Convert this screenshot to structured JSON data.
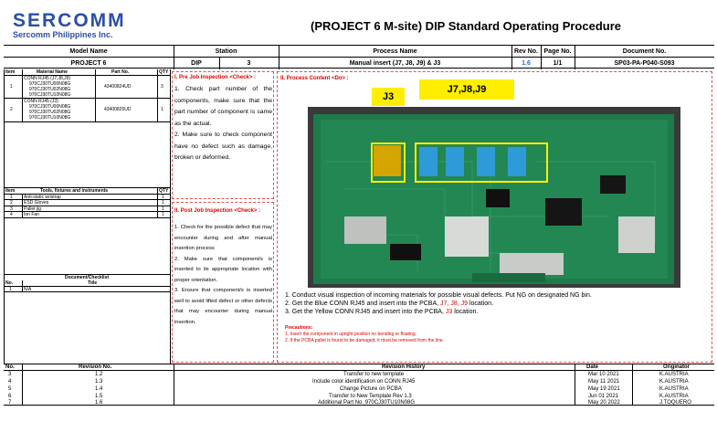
{
  "company": {
    "logo": "SERCOMM",
    "name": "Sercomm Philippines Inc."
  },
  "title": "(PROJECT 6 M-site) DIP Standard Operating Procedure",
  "header": {
    "model_label": "Model Name",
    "model_value": "PROJECT 6",
    "station_label": "Station",
    "station_value_1": "DIP",
    "station_value_2": "3",
    "process_label": "Process Name",
    "process_value": "Manual insert (J7, J8, J9) & J3",
    "rev_label": "Rev No.",
    "rev_value": "1.6",
    "page_label": "Page No.",
    "page_value": "1/1",
    "doc_label": "Document No.",
    "doc_value": "SP03-PA-P040-S093"
  },
  "materials": {
    "headers": [
      "Item",
      "Material Name",
      "Part No.",
      "QTY"
    ],
    "groups": [
      {
        "item": "1",
        "names": [
          "CONN RJ45 (J7,J8,J9)",
          "970CJ30TU00N08G",
          "970CJ30TU02N08G",
          "970CJ30TU10N08G"
        ],
        "part": "43400824UD",
        "qty": "3"
      },
      {
        "item": "2",
        "names": [
          "CONN RJ45 (J3)",
          "970CJ30TU00N08G",
          "970CJ30TU02N08G",
          "970CJ30TU10N08G"
        ],
        "part": "43400825UD",
        "qty": "1"
      }
    ]
  },
  "tools": {
    "headers": [
      "Item",
      "Tools, fixtures and instruments",
      "QTY"
    ],
    "rows": [
      [
        "1",
        "Anti-static wristrap",
        "1"
      ],
      [
        "2",
        "ESD Gloves",
        "1"
      ],
      [
        "3",
        "Pallet jig",
        "1"
      ],
      [
        "4",
        "Ion Fan",
        "1"
      ]
    ]
  },
  "checklist": {
    "title": "Document/Checklist",
    "headers": [
      "No.",
      "Title"
    ],
    "rows": [
      [
        "1",
        "N/A"
      ]
    ]
  },
  "pre_job": {
    "title": "I. Pre Job Inspection <Check> :",
    "items": [
      "1. Check part number of the components, make sure that the part number of component is same as the actual.",
      "2. Make sure to check component have no defect such as damage, broken or deformed."
    ]
  },
  "post_job": {
    "title": "II. Post Job Inspection <Check> :",
    "items": [
      "1. Check for the possible defect that may encounter during and after manual insertion process",
      "2. Make sure that component/s is inserted to its appropriate location with proper orientation.",
      "3. Ensure that component/s is inserted well to avoid lifted defect or other defects that may encounter during manual insertion."
    ]
  },
  "process": {
    "title": "II. Process Content <Do> :",
    "label_j3": "J3",
    "label_j789": "J7,J8,J9",
    "steps": [
      {
        "text": "1. Conduct visual inspection of incoming materials for possible visual defects. Put NG on designated NG bin."
      },
      {
        "pre": "2. Get the Blue CONN RJ45 and insert into the PCBA, ",
        "hl": "J7, J8, J9",
        "post": " location."
      },
      {
        "pre": "3. Get the Yellow CONN RJ45 and insert into the PCBA, ",
        "hl": "J3",
        "post": " location."
      }
    ],
    "precautions_title": "Precautions:",
    "precautions": [
      "1. Insert the component in upright position no bending or floating.",
      "2. If the PCBA pallet is found to be damaged, it must be removed from the line."
    ]
  },
  "revisions": {
    "headers": [
      "No.",
      "Revision No.",
      "Revision History",
      "Date",
      "Originator"
    ],
    "rows": [
      [
        "3",
        "1.2",
        "Transfer to new template",
        "Mar 10 2021",
        "K.AUSTRIA"
      ],
      [
        "4",
        "1.3",
        "Include color identification on CONN RJ45",
        "May 11 2021",
        "K.AUSTRIA"
      ],
      [
        "5",
        "1.4",
        "Change Picture on PCBA",
        "May 19 2021",
        "K.AUSTRIA"
      ],
      [
        "6",
        "1.5",
        "Transfer to New Template Rev 1.3",
        "Jun 01 2021",
        "K.AUSTRIA"
      ],
      [
        "7",
        "1.6",
        "Additional Part No. 970CJ30TU10N08G",
        "May 20 2022",
        "J.TOQUERO"
      ]
    ]
  },
  "colors": {
    "brand": "#2b4fa8",
    "accent_red": "#e00000",
    "rev_blue": "#2a6fd1",
    "label_yellow": "#ffee00",
    "pcb_green": "#1f7a4a",
    "conn_blue": "#2f9ad8"
  },
  "icons": [
    "sercomm-logo",
    "pcb-photo"
  ]
}
